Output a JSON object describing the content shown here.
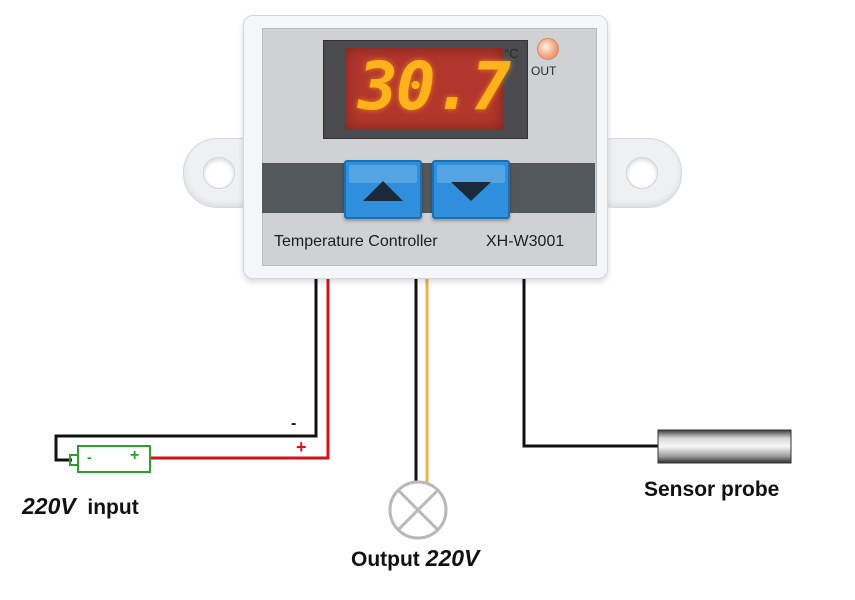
{
  "device": {
    "display_value": "30.7",
    "unit": "°C",
    "indicator_label": "OUT",
    "title": "Temperature Controller",
    "model": "XH-W3001",
    "buttons": [
      {
        "icon": "triangle-up-icon",
        "color": "#2f8fdd"
      },
      {
        "icon": "triangle-down-icon",
        "color": "#2f8fdd"
      }
    ],
    "display_color": "#b3362c",
    "digit_color": "#ffb21a"
  },
  "wiring": {
    "negative_sign": "-",
    "positive_sign": "+",
    "battery_negative": "-",
    "battery_positive": "+",
    "input_voltage": "220V",
    "input_word": "input",
    "output_word": "Output",
    "output_voltage": "220V",
    "sensor_label": "Sensor probe",
    "wire_colors": {
      "black": "#111111",
      "red": "#d0151a",
      "orange": "#f0b24a",
      "battery": "#2aa12e"
    }
  }
}
